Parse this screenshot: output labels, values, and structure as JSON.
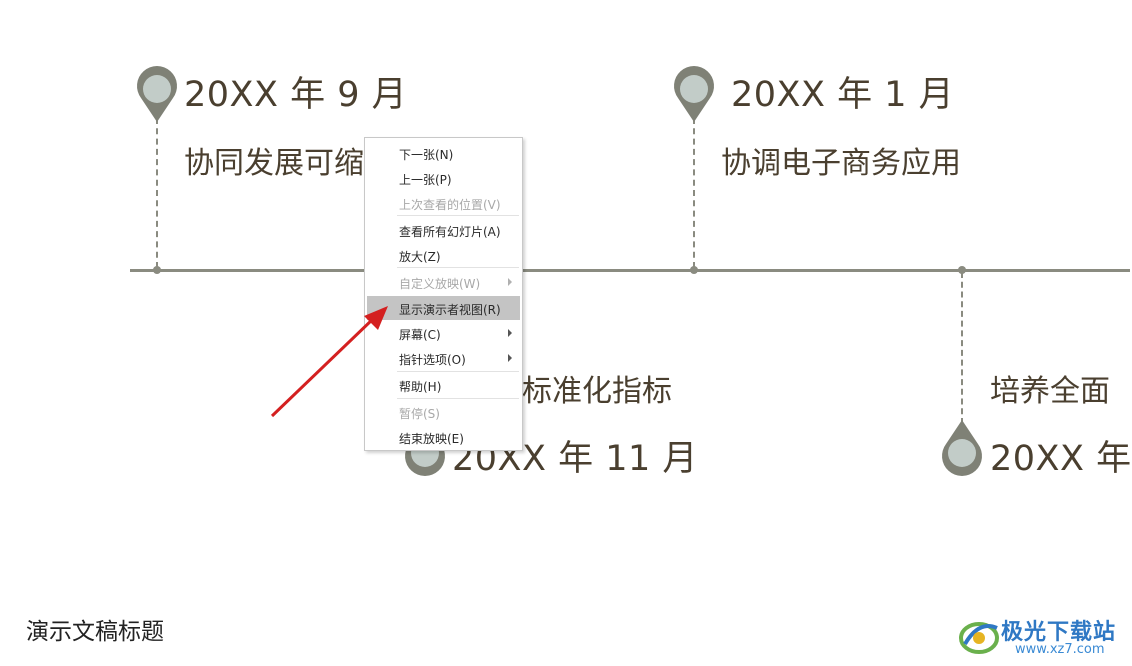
{
  "slide": {
    "events_top": [
      {
        "date": "20XX 年 9 月",
        "desc": "协同发展可缩放服务"
      },
      {
        "date": "20XX 年 1 月",
        "desc": "协调电子商务应用"
      }
    ],
    "events_bottom": [
      {
        "date": "20XX 年 11 月",
        "desc": "利用标准化指标"
      },
      {
        "date": "20XX 年",
        "desc": "培养全面"
      }
    ],
    "footer_title": "演示文稿标题"
  },
  "context_menu": {
    "items": [
      {
        "label": "下一张(N)",
        "disabled": false,
        "submenu": false
      },
      {
        "label": "上一张(P)",
        "disabled": false,
        "submenu": false
      },
      {
        "label": "上次查看的位置(V)",
        "disabled": true,
        "submenu": false
      },
      {
        "label": "查看所有幻灯片(A)",
        "disabled": false,
        "submenu": false
      },
      {
        "label": "放大(Z)",
        "disabled": false,
        "submenu": false
      },
      {
        "label": "自定义放映(W)",
        "disabled": true,
        "submenu": true
      },
      {
        "label": "显示演示者视图(R)",
        "disabled": false,
        "submenu": false,
        "highlighted": true
      },
      {
        "label": "屏幕(C)",
        "disabled": false,
        "submenu": true
      },
      {
        "label": "指针选项(O)",
        "disabled": false,
        "submenu": true
      },
      {
        "label": "帮助(H)",
        "disabled": false,
        "submenu": false
      },
      {
        "label": "暂停(S)",
        "disabled": true,
        "submenu": false
      },
      {
        "label": "结束放映(E)",
        "disabled": false,
        "submenu": false
      }
    ]
  },
  "watermark": {
    "name": "极光下载站",
    "url": "www.xz7.com"
  },
  "colors": {
    "timeline": "#8a8b80",
    "pin_outer": "#7f8176",
    "pin_inner": "#c2ccc8",
    "text": "#4a3f2f",
    "menu_highlight": "#c4c4c4",
    "annotation_arrow": "#d42020",
    "watermark": "#2f78c4"
  },
  "icons": {
    "pin": "map-pin-icon",
    "submenu": "chevron-right-icon",
    "annotation": "red-arrow-icon",
    "logo": "jiguang-logo-icon"
  }
}
